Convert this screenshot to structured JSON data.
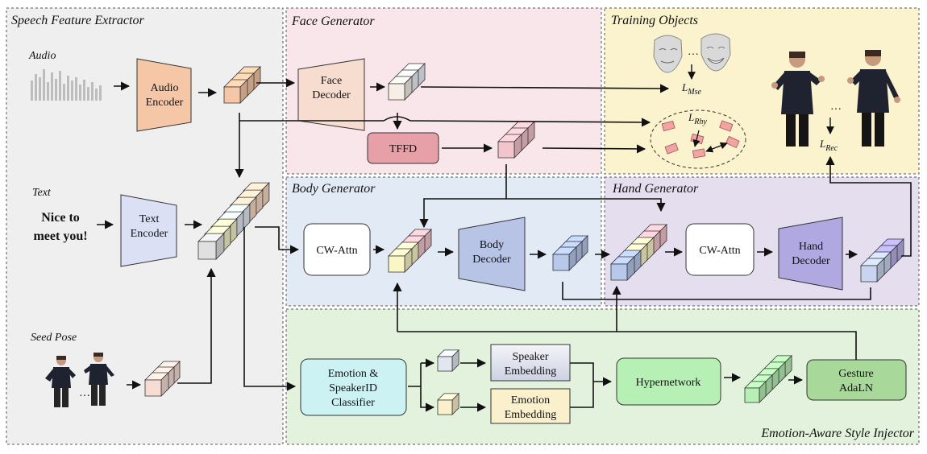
{
  "regions": {
    "speech": "Speech Feature Extractor",
    "face": "Face Generator",
    "training": "Training Objects",
    "body": "Body Generator",
    "hand": "Hand Generator",
    "style": "Emotion-Aware Style Injector"
  },
  "inputs": {
    "audio": "Audio",
    "text": "Text",
    "seed_pose": "Seed Pose",
    "phrase_line1": "Nice to",
    "phrase_line2": "meet you!"
  },
  "modules": {
    "audio_encoder": [
      "Audio",
      "Encoder"
    ],
    "text_encoder": [
      "Text",
      "Encoder"
    ],
    "face_decoder": [
      "Face",
      "Decoder"
    ],
    "tffd": "TFFD",
    "cw_attn_body": "CW-Attn",
    "body_decoder": [
      "Body",
      "Decoder"
    ],
    "cw_attn_hand": "CW-Attn",
    "hand_decoder": [
      "Hand",
      "Decoder"
    ],
    "classifier": [
      "Emotion &",
      "SpeakerID",
      "Classifier"
    ],
    "speaker_embedding": [
      "Speaker",
      "Embedding"
    ],
    "emotion_embedding": [
      "Emotion",
      "Embedding"
    ],
    "hypernetwork": "Hypernetwork",
    "gesture_adaln": [
      "Gesture",
      "AdaLN"
    ]
  },
  "losses": {
    "mse": {
      "base": "L",
      "sub": "Mse"
    },
    "rhy": {
      "base": "L",
      "sub": "Rhy"
    },
    "rec": {
      "base": "L",
      "sub": "Rec"
    }
  },
  "ellipsis": "…",
  "colors": {
    "speech_bg": "#efefef",
    "face_bg": "#f9e6ea",
    "training_bg": "#fbf3cd",
    "body_bg": "#e2eaf6",
    "hand_bg": "#e5deef",
    "style_bg": "#e3f2dc",
    "audio_encoder": "#f6c7a7",
    "text_encoder": "#dce0f5",
    "face_decoder": "#f7dcd0",
    "tffd": "#e8a0a8",
    "body_decoder": "#b8c4e6",
    "hand_decoder": "#b0a8e0",
    "classifier": "#cdf2f4",
    "speaker_embedding": "#e4e6f0",
    "emotion_embedding": "#fbf0cc",
    "hypernetwork": "#b7f0b5",
    "gesture_adaln": "#a9d99a"
  }
}
